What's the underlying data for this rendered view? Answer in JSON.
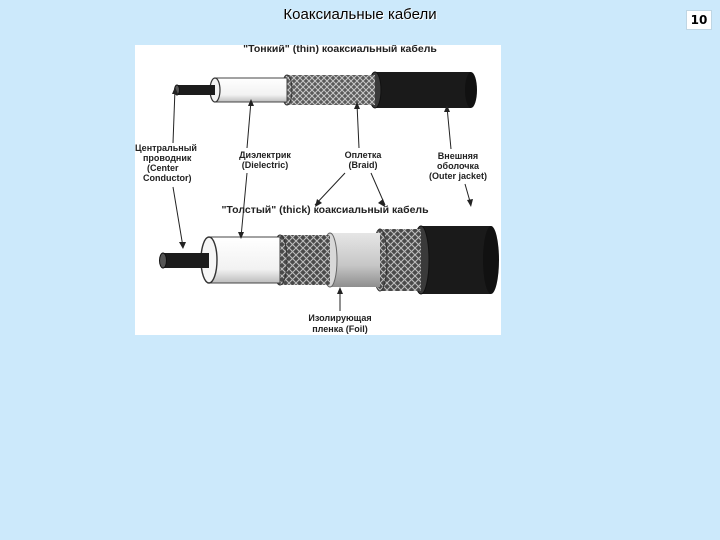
{
  "slide": {
    "title": "Коаксиальные кабели",
    "page_number": "10"
  },
  "diagram": {
    "thin_caption": "\"Тонкий\" (thin) коаксиальный кабель",
    "thick_caption": "\"Толстый\" (thick) коаксиальный кабель",
    "labels": {
      "center_conductor": [
        "Центральный",
        "проводник",
        "(Center",
        "Conductor)"
      ],
      "dielectric": [
        "Диэлектрик",
        "(Dielectric)"
      ],
      "braid": [
        "Оплетка",
        "(Braid)"
      ],
      "outer_jacket": [
        "Внешняя",
        "оболочка",
        "(Outer jacket)"
      ],
      "foil": [
        "Изолирующая",
        "пленка (Foil)"
      ]
    }
  }
}
